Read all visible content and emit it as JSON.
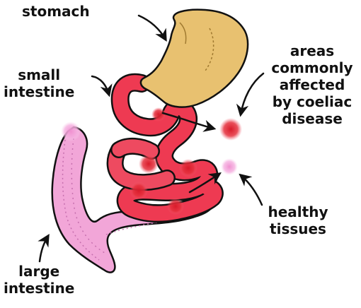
{
  "labels": {
    "stomach": "stomach",
    "small_intestine": [
      "small",
      "intestine"
    ],
    "coeliac_areas": [
      "areas",
      "commonly",
      "affected",
      "by coeliac",
      "disease"
    ],
    "healthy_tissues": [
      "healthy",
      "tissues"
    ],
    "large_intestine": [
      "large",
      "intestine"
    ]
  },
  "colors": {
    "stomach_fill": "#E8C170",
    "small_intestine_fill": "#E8324A",
    "affected_patch": "#E0202E",
    "large_intestine_fill": "#F2A6D8",
    "healthy_patch": "#F5A8DC",
    "outline": "#111111"
  }
}
